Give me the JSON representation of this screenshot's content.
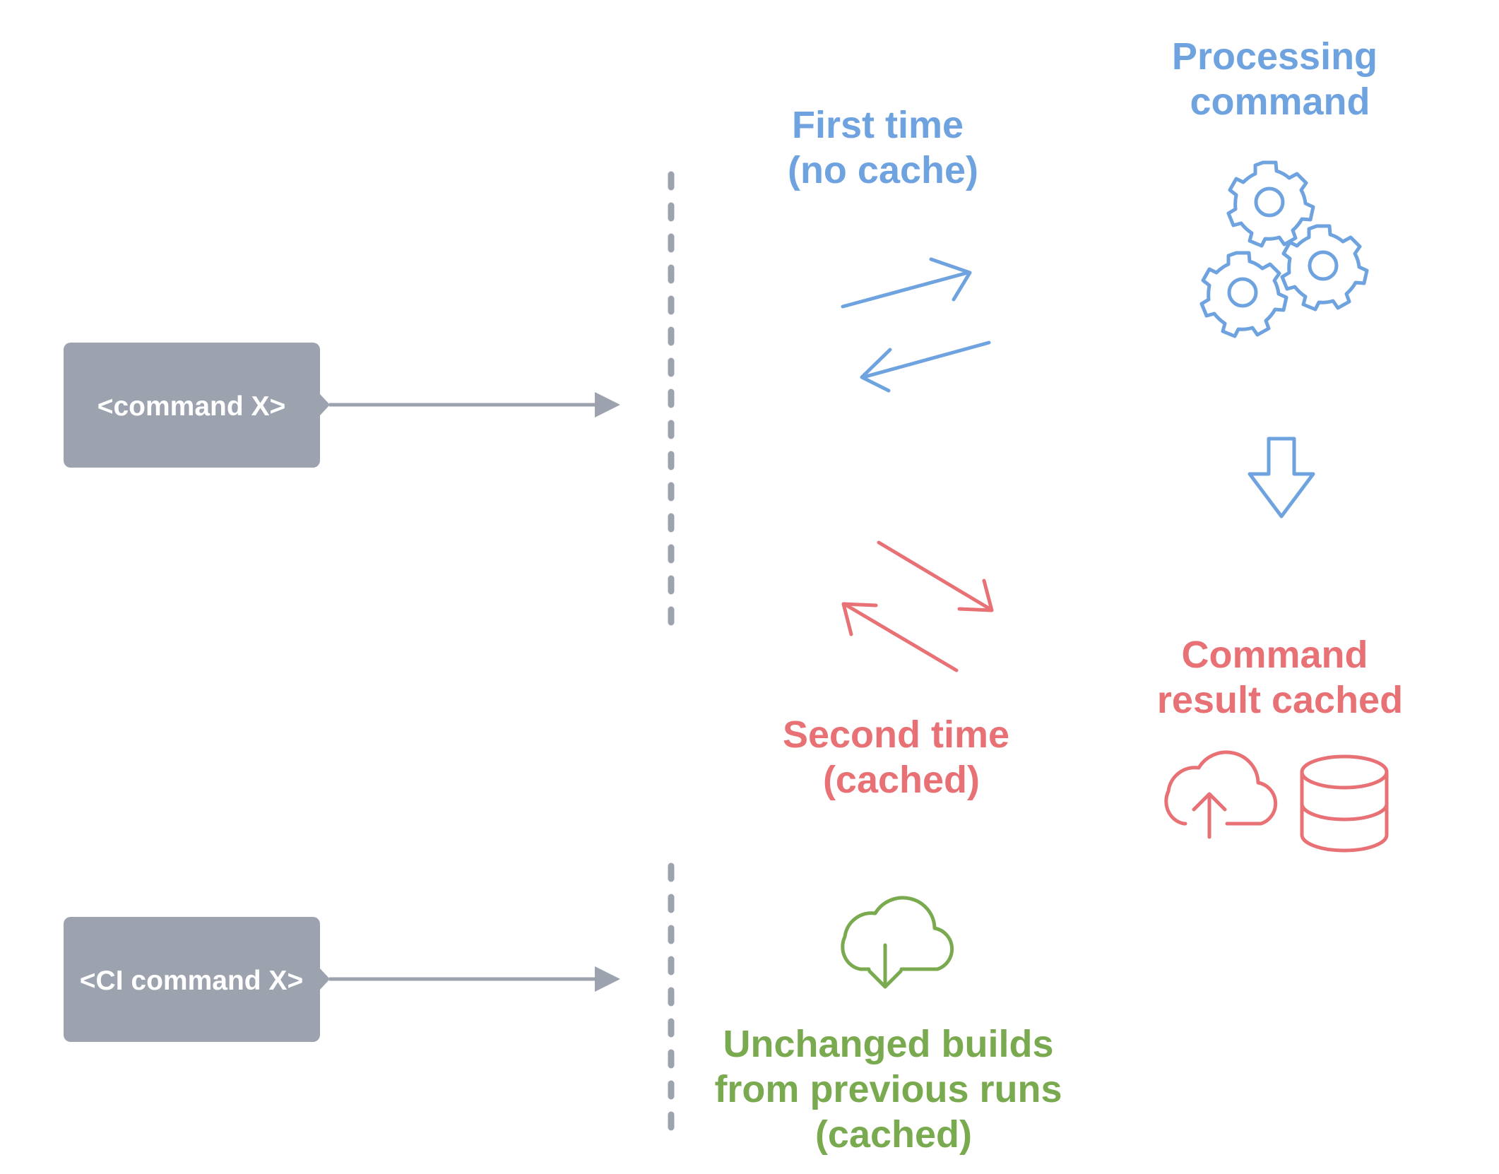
{
  "colors": {
    "gray": "#9ca3af",
    "blue": "#6ea3e0",
    "red": "#e87176",
    "green": "#7aaa4f",
    "background": "#ffffff"
  },
  "nodes": {
    "command_box": "<command X>",
    "ci_command_box": "<CI command X>"
  },
  "labels": {
    "first_time": [
      "First time",
      "(no cache)"
    ],
    "processing": [
      "Processing",
      "command"
    ],
    "second_time": [
      "Second time",
      "(cached)"
    ],
    "result_cached": [
      "Command",
      "result cached"
    ],
    "unchanged_builds": [
      "Unchanged builds",
      "from previous runs",
      "(cached)"
    ]
  },
  "icons": {
    "processing": "gears-icon",
    "down": "down-arrow-icon",
    "upload": "cloud-upload-icon",
    "storage": "database-icon",
    "download": "cloud-download-icon"
  }
}
